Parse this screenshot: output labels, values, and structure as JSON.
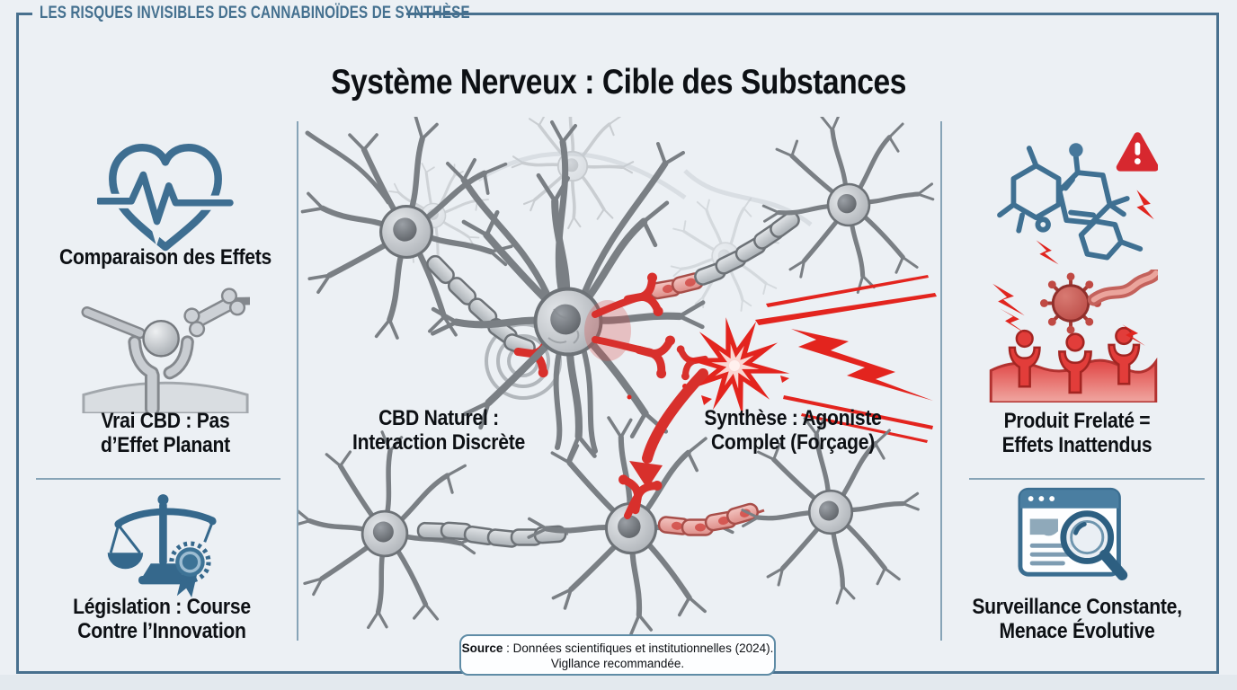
{
  "header": {
    "title": "LES RISQUES INVISIBLES DES CANNABINOÏDES DE SYNTHÈSE"
  },
  "main_title": "Système Nerveux : Cible des Substances",
  "left_panel": {
    "sections": [
      {
        "icon": "heart-pulse-icon",
        "label": "Comparaison des Effets"
      },
      {
        "icon": "receptor-molecule-icon",
        "label": "Vrai CBD : Pas\nd’Effet Planant"
      },
      {
        "icon": "justice-scales-icon",
        "label": "Législation : Course\nContre l’Innovation"
      }
    ]
  },
  "center_panel": {
    "illustration": "neurons-and-synapses",
    "labels": [
      {
        "text": "CBD Naturel :\nInteraction Discrète"
      },
      {
        "text": "Synthèse : Agoniste\nComplet (Forçage)"
      }
    ]
  },
  "right_panel": {
    "sections": [
      {
        "icons": [
          "molecule-warning-icon",
          "virus-crowd-icon"
        ],
        "label": "Produit Frelaté =\nEffets Inattendus"
      },
      {
        "icons": [
          "browser-search-icon"
        ],
        "label": "Surveillance Constante,\nMenace Évolutive"
      }
    ]
  },
  "source": {
    "label": "Source",
    "rest": " : Données scientifiques et institutionnelles (2024).",
    "line2": "Vigllance recommandée."
  },
  "colors": {
    "accent_blue": "#3e6e91",
    "alert_red": "#d7282f",
    "neuron_gray": "#b9bec3",
    "frame": "#48708e",
    "background": "#ecf0f4"
  }
}
